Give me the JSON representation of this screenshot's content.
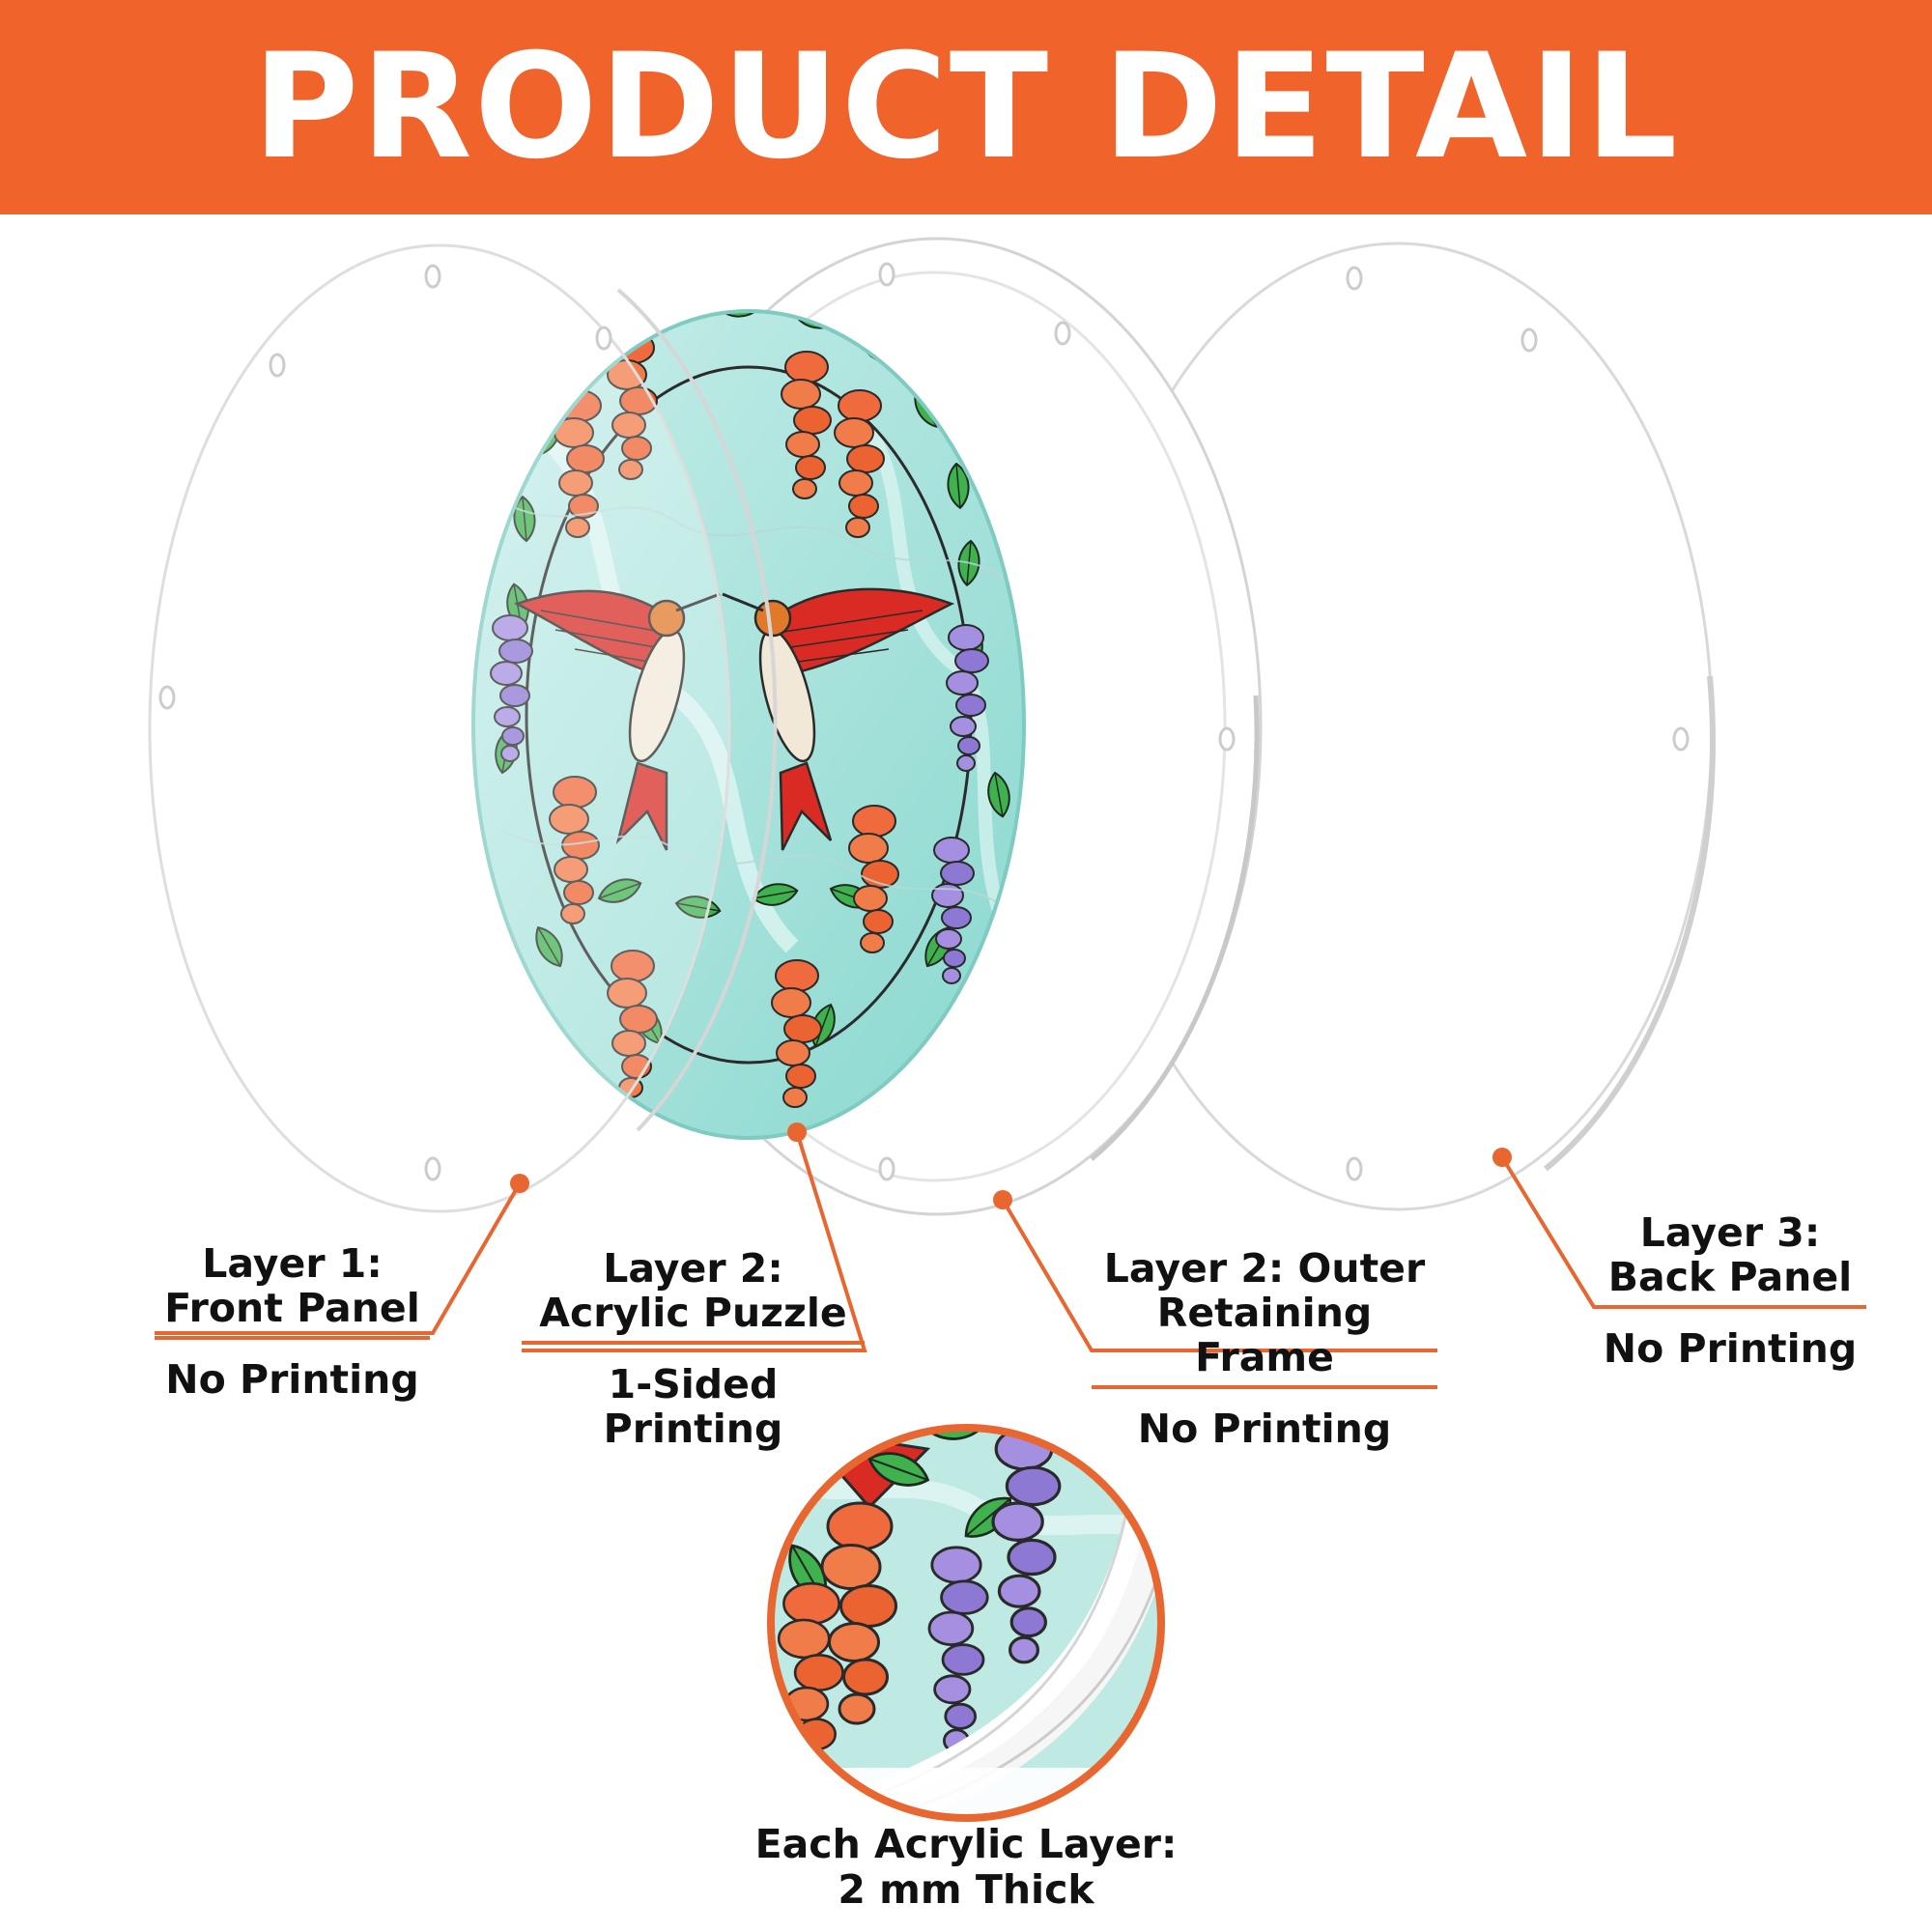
{
  "banner": {
    "title": "PRODUCT DETAIL"
  },
  "colors": {
    "accent": "#f0632a",
    "text": "#111111",
    "background": "#ffffff"
  },
  "layers": [
    {
      "title_line1": "Layer 1:",
      "title_line2": "Front Panel",
      "printing": "No Printing"
    },
    {
      "title_line1": "Layer 2:",
      "title_line2": "Acrylic Puzzle",
      "printing": "1-Sided Printing"
    },
    {
      "title_line1": "Layer 2: Outer",
      "title_line2": "Retaining Frame",
      "printing": "No Printing"
    },
    {
      "title_line1": "Layer 3:",
      "title_line2": "Back Panel",
      "printing": "No Printing"
    }
  ],
  "caption": {
    "line1": "Each Acrylic Layer:",
    "line2": "2 mm Thick"
  }
}
